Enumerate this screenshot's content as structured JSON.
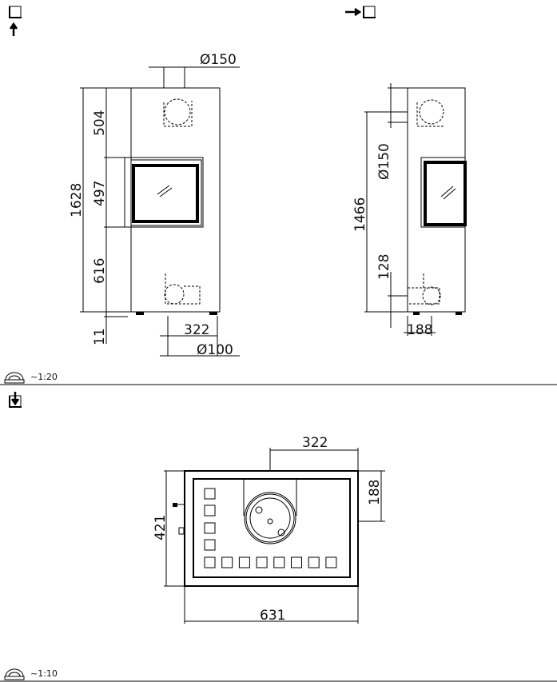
{
  "front_view": {
    "dims": {
      "flue_top_diameter": "Ø150",
      "top_section": "504",
      "door_height": "497",
      "bottom_section": "616",
      "total_height": "1628",
      "feet": "11",
      "air_offset": "322",
      "air_diameter": "Ø100"
    }
  },
  "side_view": {
    "dims": {
      "flue_diameter": "Ø150",
      "flue_height": "1466",
      "air_inlet_height": "128",
      "air_inlet_offset": "188"
    }
  },
  "top_view": {
    "dims": {
      "flue_offset": "322",
      "flue_depth": "188",
      "depth": "421",
      "width": "631"
    }
  },
  "scales": {
    "top_scale": "~1:20",
    "bottom_scale": "~1:10"
  },
  "icons": [
    "front-view-icon",
    "side-view-icon",
    "top-view-icon",
    "scale-ruler-icon"
  ]
}
